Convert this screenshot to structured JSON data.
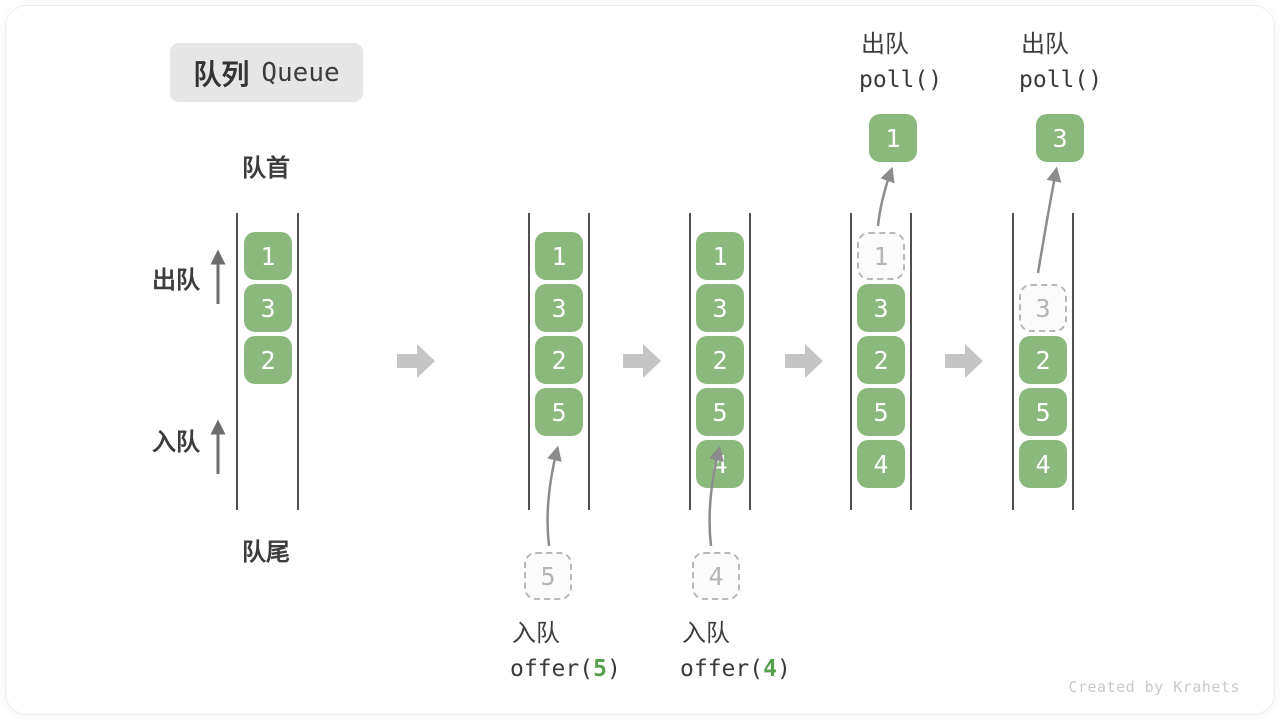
{
  "title": {
    "zh": "队列",
    "en": "Queue"
  },
  "side_labels": {
    "front": "队首",
    "rear": "队尾",
    "dequeue": "出队",
    "enqueue": "入队"
  },
  "colors": {
    "box_green": "#8bb97d",
    "code_green": "#57a14e",
    "wall_line": "#4f4f4f",
    "flow_arrow": "#c5c5c5",
    "thin_arrow": "#8c8c8c",
    "dashed_gray": "#b7b7b7"
  },
  "states": [
    {
      "name": "initial",
      "cells": [
        {
          "row": 1,
          "value": "1",
          "style": "solid"
        },
        {
          "row": 2,
          "value": "3",
          "style": "solid"
        },
        {
          "row": 3,
          "value": "2",
          "style": "solid"
        }
      ]
    },
    {
      "name": "after-offer-5",
      "cells": [
        {
          "row": 1,
          "value": "1",
          "style": "solid"
        },
        {
          "row": 2,
          "value": "3",
          "style": "solid"
        },
        {
          "row": 3,
          "value": "2",
          "style": "solid"
        },
        {
          "row": 4,
          "value": "5",
          "style": "solid"
        }
      ],
      "incoming": {
        "value": "5"
      },
      "operation": {
        "label": "入队",
        "code_before": "offer(",
        "code_value": "5",
        "code_after": ")"
      }
    },
    {
      "name": "after-offer-4",
      "cells": [
        {
          "row": 1,
          "value": "1",
          "style": "solid"
        },
        {
          "row": 2,
          "value": "3",
          "style": "solid"
        },
        {
          "row": 3,
          "value": "2",
          "style": "solid"
        },
        {
          "row": 4,
          "value": "5",
          "style": "solid"
        },
        {
          "row": 5,
          "value": "4",
          "style": "solid"
        }
      ],
      "incoming": {
        "value": "4"
      },
      "operation": {
        "label": "入队",
        "code_before": "offer(",
        "code_value": "4",
        "code_after": ")"
      }
    },
    {
      "name": "after-poll-1",
      "cells": [
        {
          "row": 1,
          "value": "1",
          "style": "dashed"
        },
        {
          "row": 2,
          "value": "3",
          "style": "solid"
        },
        {
          "row": 3,
          "value": "2",
          "style": "solid"
        },
        {
          "row": 4,
          "value": "5",
          "style": "solid"
        },
        {
          "row": 5,
          "value": "4",
          "style": "solid"
        }
      ],
      "outgoing": {
        "value": "1"
      },
      "operation": {
        "label": "出队",
        "code_before": "poll()",
        "code_value": "",
        "code_after": ""
      }
    },
    {
      "name": "after-poll-3",
      "cells": [
        {
          "row": 2,
          "value": "3",
          "style": "dashed"
        },
        {
          "row": 3,
          "value": "2",
          "style": "solid"
        },
        {
          "row": 4,
          "value": "5",
          "style": "solid"
        },
        {
          "row": 5,
          "value": "4",
          "style": "solid"
        }
      ],
      "outgoing": {
        "value": "3"
      },
      "operation": {
        "label": "出队",
        "code_before": "poll()",
        "code_value": "",
        "code_after": ""
      }
    }
  ],
  "watermark": "Created by Krahets"
}
